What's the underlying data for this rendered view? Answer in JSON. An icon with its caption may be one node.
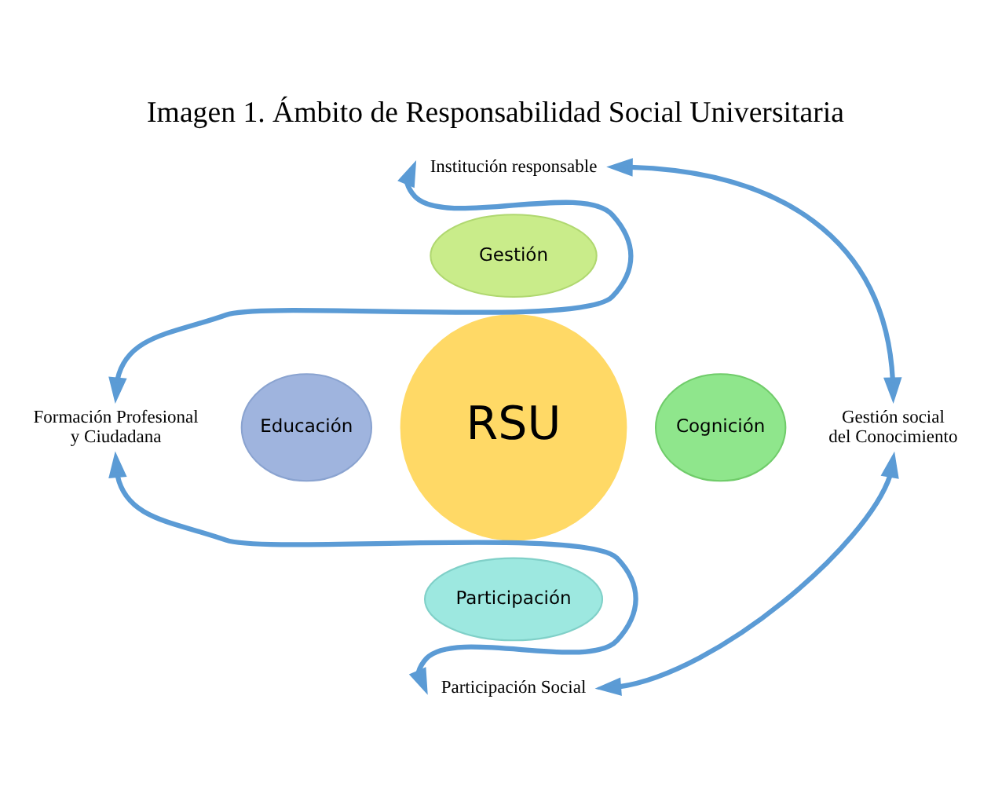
{
  "diagram": {
    "title": "Imagen 1. Ámbito de Responsabilidad Social Universitaria",
    "nodes": [
      {
        "text": [
          "RSU"
        ]
      },
      {
        "text": [
          "Gestión"
        ]
      },
      {
        "text": [
          "Educación"
        ]
      },
      {
        "text": [
          "Cognición"
        ]
      },
      {
        "text": [
          "Participación"
        ]
      },
      {
        "text": [
          "Institución responsable"
        ]
      },
      {
        "text": [
          "Formación Profesional y Ciudadana"
        ]
      },
      {
        "text": [
          "Gestión social del Conocimiento"
        ]
      },
      {
        "text": [
          "Participación Social"
        ]
      }
    ],
    "edges": [
      {
        "from": 6,
        "to": 5,
        "arrow": "both"
      },
      {
        "from": 5,
        "to": 7,
        "arrow": "both"
      },
      {
        "from": 7,
        "to": 8,
        "arrow": "both"
      },
      {
        "from": 8,
        "to": 6,
        "arrow": "both"
      }
    ]
  }
}
